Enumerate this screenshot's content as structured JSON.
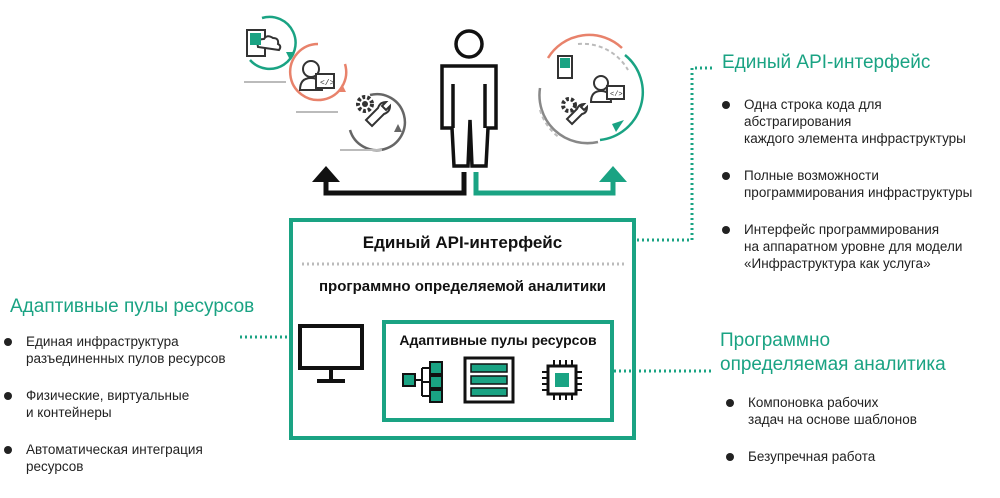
{
  "main_box": {
    "title": "Единый API-интерфейс",
    "subtitle": "программно определяемой аналитики",
    "inner_title": "Адаптивные пулы ресурсов"
  },
  "right_top": {
    "title": "Единый API-интерфейс",
    "items": [
      "Одна строка кода для\nабстрагирования\nкаждого элемента инфраструктуры",
      "Полные возможности\nпрограммирования инфраструктуры",
      "Интерфейс программирования\nна аппаратном уровне для модели\n«Инфраструктура как услуга»"
    ]
  },
  "left": {
    "title": "Адаптивные пулы ресурсов",
    "items": [
      "Единая инфраструктура\nразъединенных пулов ресурсов",
      "Физические, виртуальные\nи контейнеры",
      "Автоматическая интеграция\nресурсов"
    ]
  },
  "right_bottom": {
    "title_line1": "Программно",
    "title_line2": "определяемая аналитика",
    "items": [
      "Компоновка рабочих\nзадач на основе шаблонов",
      "Безупречная работа"
    ]
  },
  "colors": {
    "accent": "#1aa383",
    "dark": "#111111",
    "orange": "#e8826b",
    "gray": "#9a9a9a"
  }
}
